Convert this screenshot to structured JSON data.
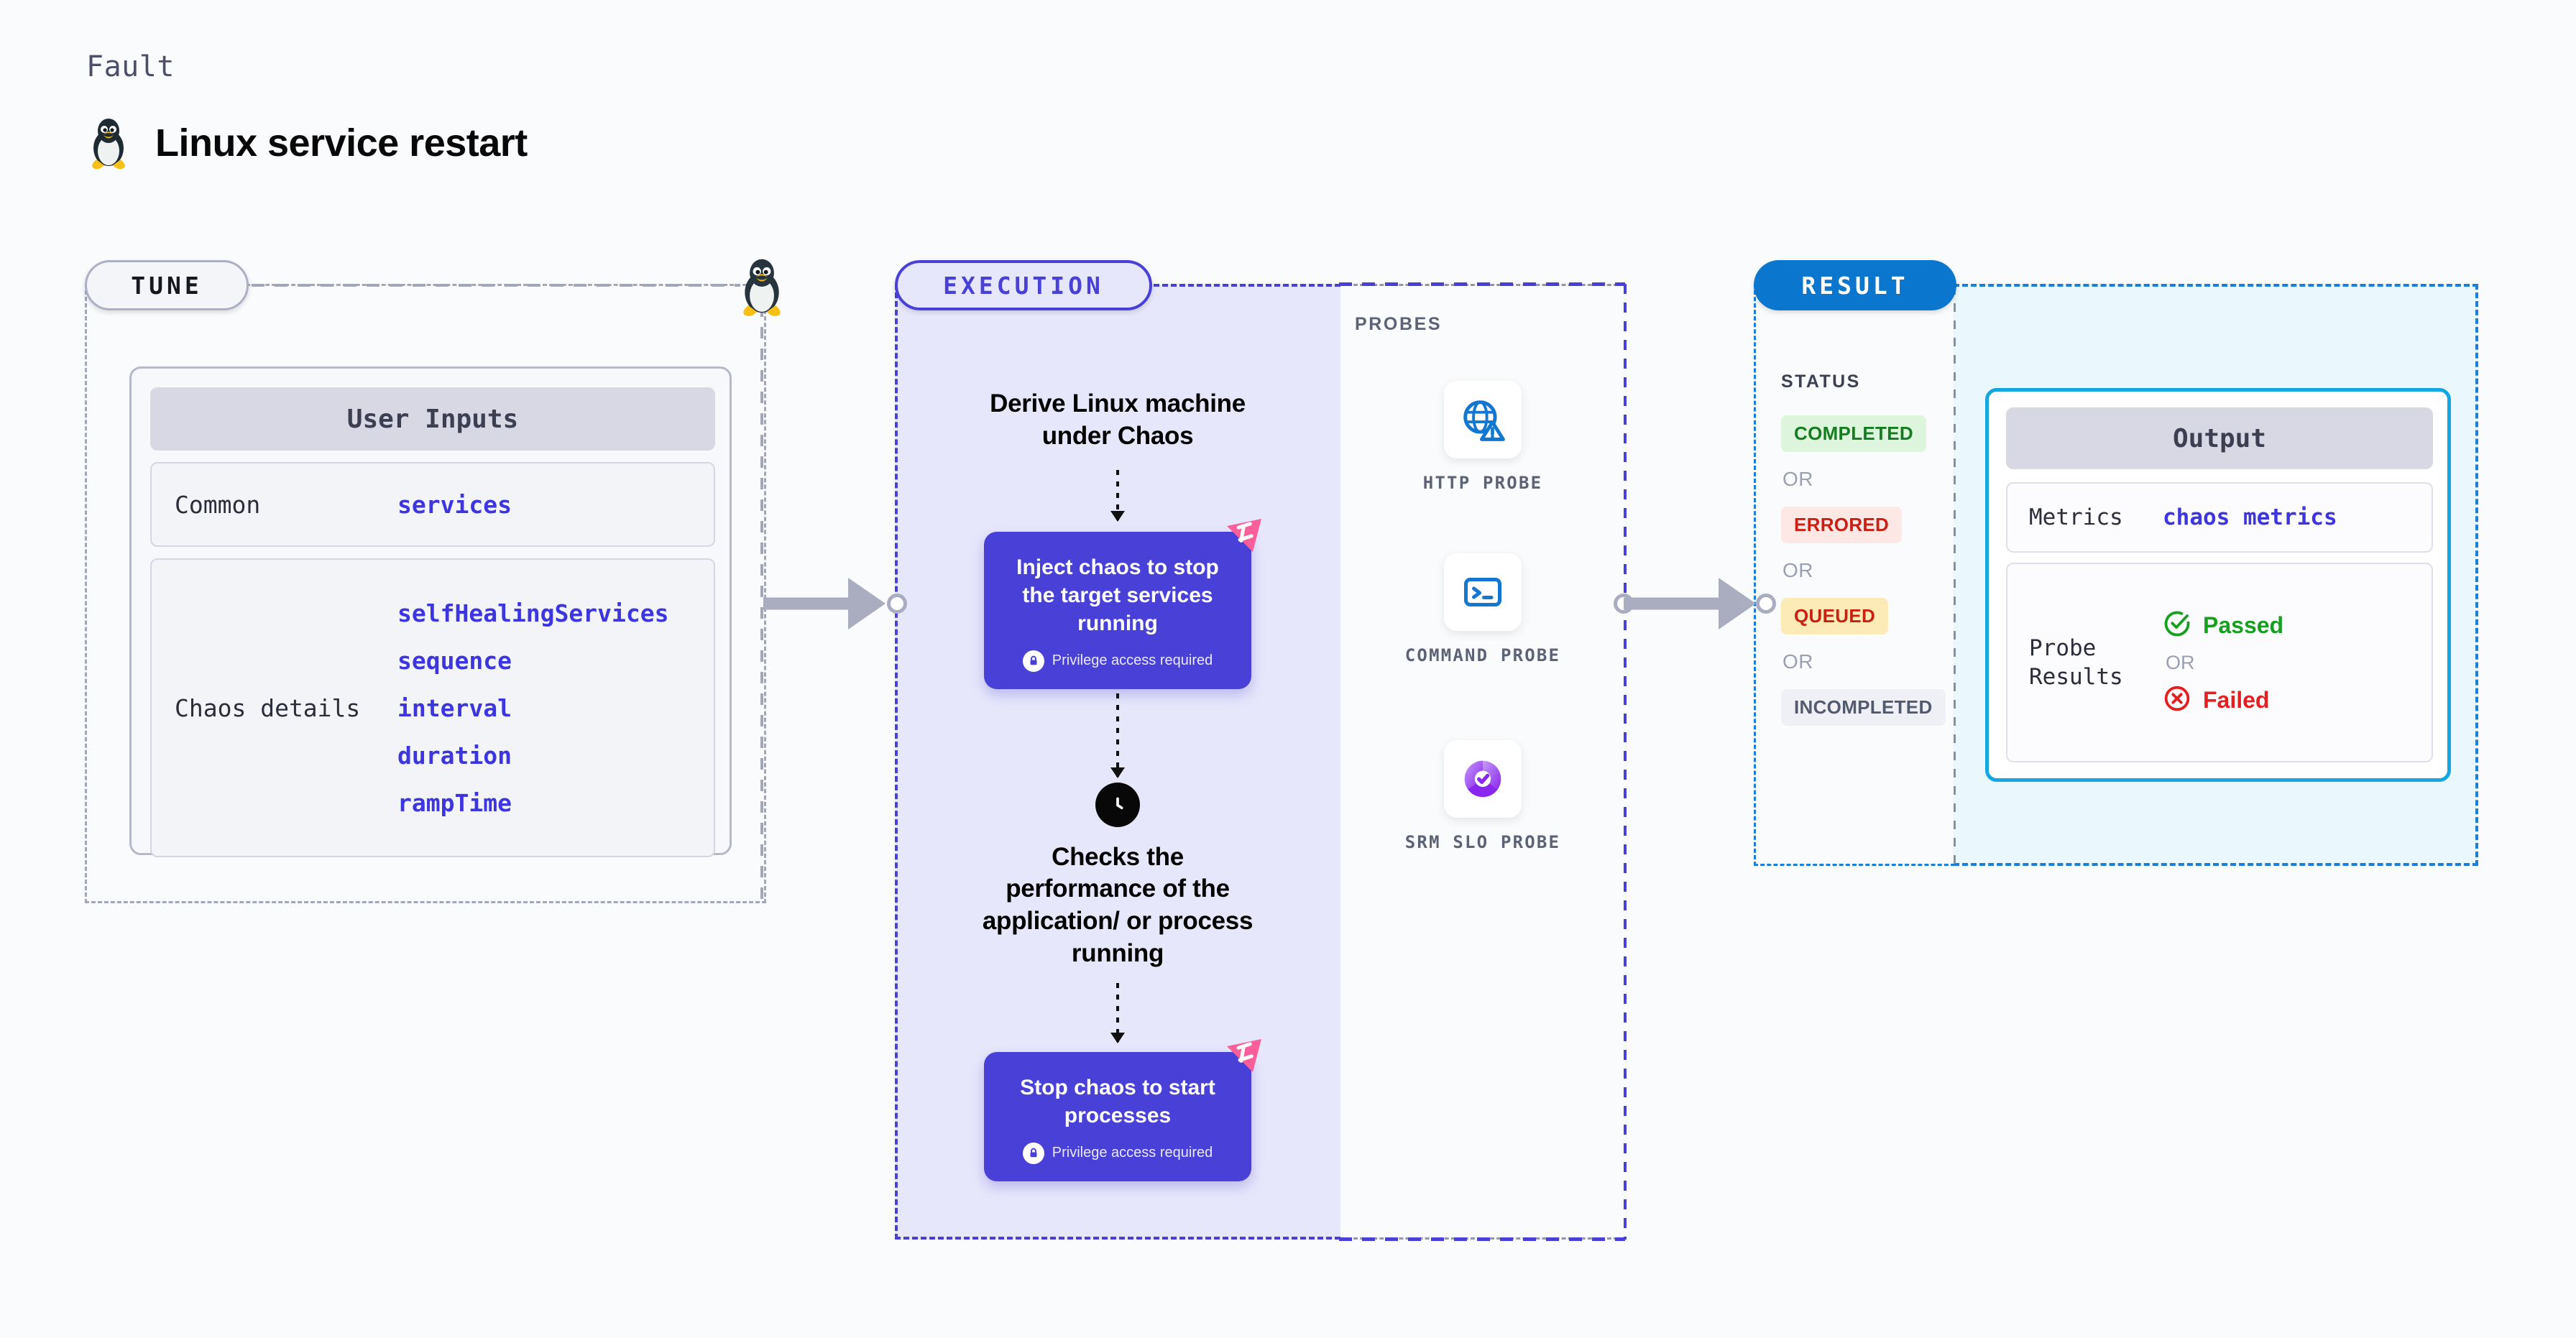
{
  "header": {
    "eyebrow": "Fault",
    "title": "Linux service restart",
    "logo_icon": "linux-tux-icon"
  },
  "colors": {
    "accent_purple": "#4940d8",
    "accent_blue": "#0b76ce",
    "accent_cyan": "#14a6e3",
    "pink_mark": "#f9629f",
    "pass_green": "#17a01f",
    "fail_red": "#e41f1f"
  },
  "tune": {
    "pill_label": "TUNE",
    "card_title": "User Inputs",
    "rows": [
      {
        "label": "Common",
        "values": [
          "services"
        ]
      },
      {
        "label": "Chaos details",
        "values": [
          "selfHealingServices",
          "sequence",
          "interval",
          "duration",
          "rampTime"
        ]
      }
    ]
  },
  "execution": {
    "pill_label": "EXECUTION",
    "steps": {
      "derive_title": "Derive Linux machine under Chaos",
      "inject_title": "Inject chaos to stop the target services running",
      "inject_privilege": "Privilege access required",
      "checks_title": "Checks the performance of the application/ or process running",
      "stop_title": "Stop chaos to start processes",
      "stop_privilege": "Privilege access required"
    },
    "icons": {
      "clock": "clock-icon",
      "lock": "lock-icon",
      "harness": "harness-logo-icon"
    }
  },
  "probes": {
    "label": "PROBES",
    "items": [
      {
        "name": "HTTP PROBE",
        "icon": "globe-warning-icon"
      },
      {
        "name": "COMMAND PROBE",
        "icon": "terminal-icon"
      },
      {
        "name": "SRM SLO PROBE",
        "icon": "slo-donut-check-icon"
      }
    ]
  },
  "result": {
    "pill_label": "RESULT",
    "status_label": "STATUS",
    "or_label": "OR",
    "statuses": [
      {
        "label": "COMPLETED",
        "style": "completed"
      },
      {
        "label": "ERRORED",
        "style": "errored"
      },
      {
        "label": "QUEUED",
        "style": "queued"
      },
      {
        "label": "INCOMPLETED",
        "style": "incompleted"
      }
    ],
    "output": {
      "title": "Output",
      "metrics_label": "Metrics",
      "metrics_value": "chaos metrics",
      "probe_label": "Probe Results",
      "passed_label": "Passed",
      "failed_label": "Failed",
      "or_label": "OR",
      "passed_icon": "check-circle-icon",
      "failed_icon": "x-circle-icon"
    }
  }
}
